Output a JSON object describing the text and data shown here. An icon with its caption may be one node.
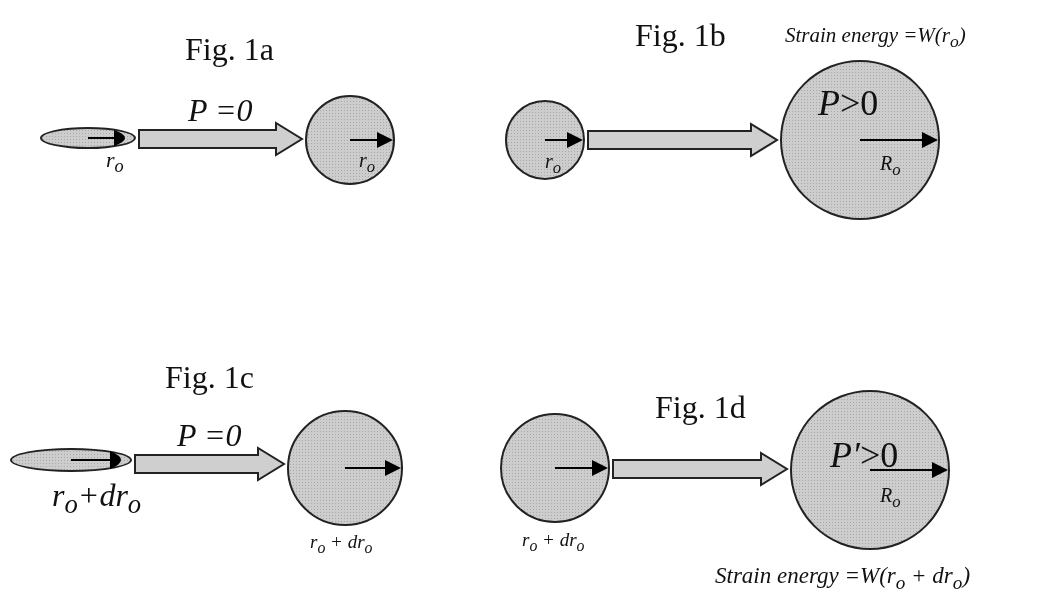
{
  "diagram": {
    "nodes": [
      {
        "text": [],
        "shape": "ellipse",
        "beside": [
          "r$_{o}$"
        ]
      },
      {
        "text": [
          "r$_{o}$"
        ]
      },
      {
        "text": [
          "r$_{o}$"
        ]
      },
      {
        "text": [
          "*P*>0",
          "R$_{o}$"
        ],
        "beside": [
          "Strain energy =W(r$_{o}$)"
        ]
      },
      {
        "text": [],
        "shape": "ellipse",
        "beside": [
          "r$_{o}$+dr$_{o}$"
        ]
      },
      {
        "text": [],
        "shape": "circle",
        "beside": [
          "r$_{o}$ + dr$_{o}$"
        ]
      },
      {
        "text": [],
        "shape": "circle",
        "beside": [
          "r$_{o}$ + dr$_{o}$"
        ]
      },
      {
        "text": [
          "*P′*>0",
          "R$_{o}$"
        ],
        "beside": [
          "Strain energy =W(r$_{o}$ + dr$_{o}$)"
        ]
      }
    ],
    "edges": [
      {
        "from": 0,
        "to": 1,
        "arrow": "to",
        "label": "P =0"
      },
      {
        "from": 2,
        "to": 3,
        "arrow": "to"
      },
      {
        "from": 4,
        "to": 5,
        "arrow": "to",
        "label": "P =0"
      },
      {
        "from": 6,
        "to": 7,
        "arrow": "to"
      }
    ],
    "labels": [
      "Fig. 1a",
      "Fig. 1b",
      "Fig. 1c",
      "Fig. 1d"
    ]
  }
}
